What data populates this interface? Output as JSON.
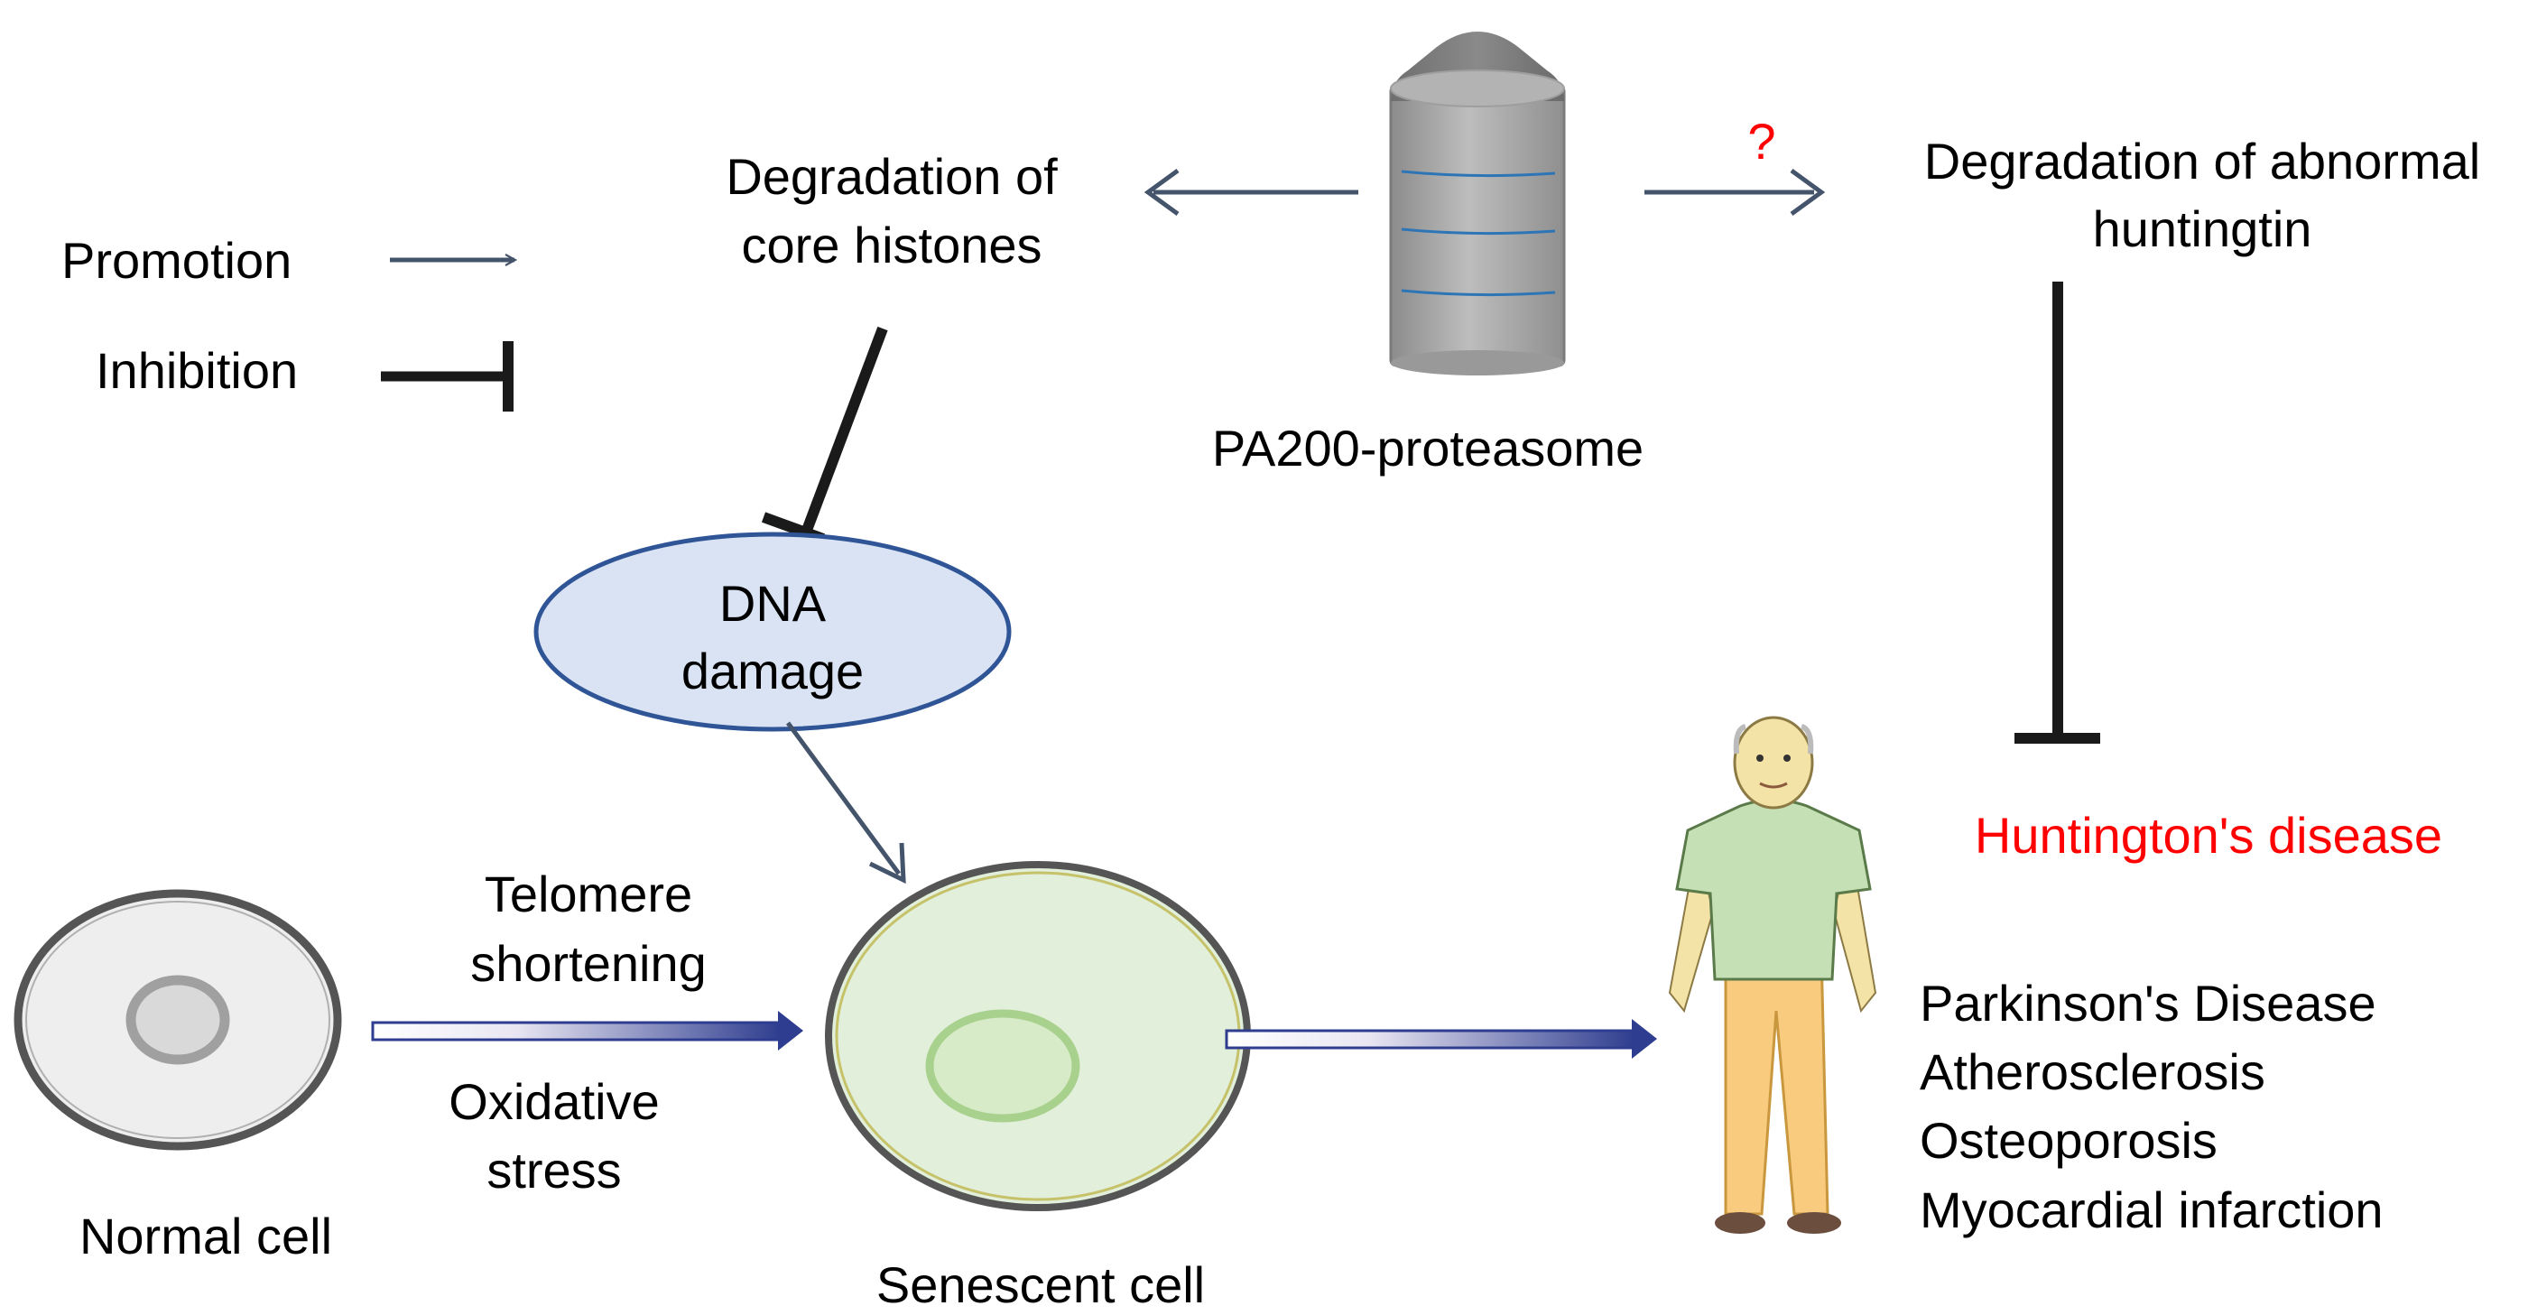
{
  "colors": {
    "text": "#000000",
    "accent_red": "#ff0000",
    "promotion_arrow": "#44546a",
    "inhibition_bar": "#1a1a1a",
    "dna_ellipse_fill": "#dae3f3",
    "dna_ellipse_stroke": "#2f5597",
    "normal_cell_fill": "#eeeeee",
    "senescent_cell_fill": "#e2efda",
    "senescent_nucleus": "#a9d18e",
    "gradient_arrow_start": "#ffffff",
    "gradient_arrow_end": "#2e3d8f"
  },
  "legend": {
    "promotion": "Promotion",
    "inhibition": "Inhibition"
  },
  "nodes": {
    "histone_degradation": [
      "Degradation of",
      "core histones"
    ],
    "proteasome": "PA200-proteasome",
    "huntingtin_degradation": [
      "Degradation of abnormal",
      "huntingtin"
    ],
    "uncertain_mark": "?",
    "dna_damage": [
      "DNA",
      "damage"
    ],
    "telomere": [
      "Telomere",
      "shortening"
    ],
    "oxidative": [
      "Oxidative",
      "stress"
    ],
    "normal_cell": "Normal cell",
    "senescent_cell": "Senescent cell",
    "huntingtons": "Huntington's disease",
    "diseases": [
      "Parkinson's Disease",
      "Atherosclerosis",
      "Osteoporosis",
      "Myocardial infarction"
    ]
  },
  "icons": {
    "proteasome": "proteasome-cylinder-icon",
    "elderly_person": "elderly-man-icon"
  }
}
